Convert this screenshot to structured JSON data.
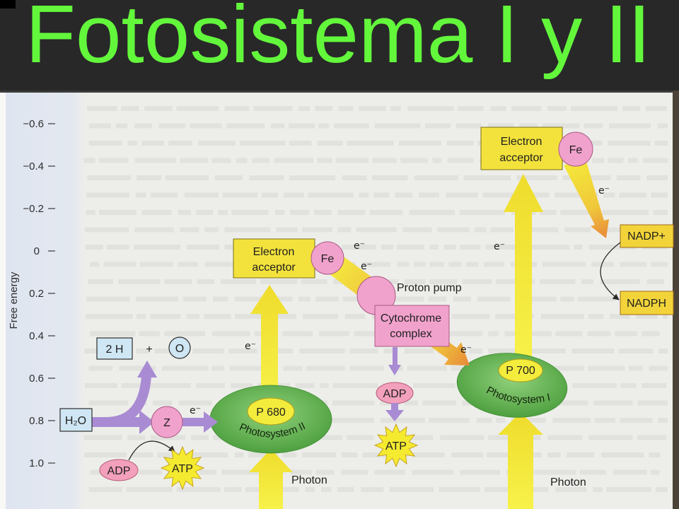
{
  "slide": {
    "title": "Fotosistema I y II"
  },
  "colors": {
    "title_text": "#63f73c",
    "title_bar": "#282828",
    "photosystem_green": "#8fd07a",
    "energy_yellow": "#f7f24a"
  },
  "axis": {
    "label": "Free energy",
    "ticks": [
      "−0.6",
      "−0.4",
      "−0.2",
      "0",
      "0.2",
      "0.4",
      "0.6",
      "0.8",
      "1.0"
    ]
  },
  "electron": "e⁻",
  "water_splitting": {
    "h2o": "H₂O",
    "hydrogen": "2 H",
    "plus": "+",
    "oxygen": "O",
    "z": "Z"
  },
  "photosystem_ii": {
    "name": "Photosystem II",
    "reaction_center": "P 680",
    "acceptor": [
      "Electron",
      "acceptor"
    ],
    "iron": "Fe",
    "photon": "Photon"
  },
  "electron_transport": {
    "proton_pump": "Proton pump",
    "cytochrome": [
      "Cytochrome",
      "complex"
    ],
    "adp": "ADP",
    "atp": "ATP"
  },
  "photosystem_i": {
    "name": "Photosystem I",
    "reaction_center": "P 700",
    "acceptor": [
      "Electron",
      "acceptor"
    ],
    "iron": "Fe",
    "nadp": "NADP+",
    "nadph": "NADPH",
    "photon": "Photon"
  },
  "phosphorylation_ii": {
    "adp": "ADP",
    "atp": "ATP"
  }
}
